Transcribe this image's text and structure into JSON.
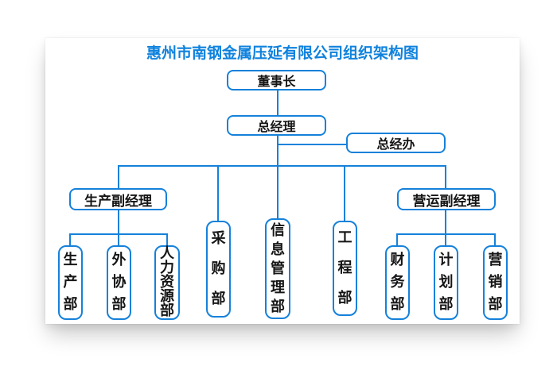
{
  "title": "惠州市南钢金属压延有限公司组织架构图",
  "colors": {
    "line": "#1581da",
    "title": "#0f82dd",
    "text": "#151515",
    "box_bg": "#ffffff"
  },
  "org": {
    "chairman": {
      "label": "董事长"
    },
    "general_manager": {
      "label": "总经理"
    },
    "gm_office": {
      "label": "总经办"
    },
    "production_deputy": {
      "label": "生产副经理",
      "departments": [
        {
          "label": "生产部"
        },
        {
          "label": "外协部"
        },
        {
          "label": "人力资源部"
        }
      ]
    },
    "operations_deputy": {
      "label": "营运副经理",
      "departments": [
        {
          "label": "财务部"
        },
        {
          "label": "计划部"
        },
        {
          "label": "营销部"
        }
      ]
    },
    "gm_direct_departments": [
      {
        "label": "采购部"
      },
      {
        "label": "信息管理部"
      },
      {
        "label": "工程部"
      }
    ]
  }
}
